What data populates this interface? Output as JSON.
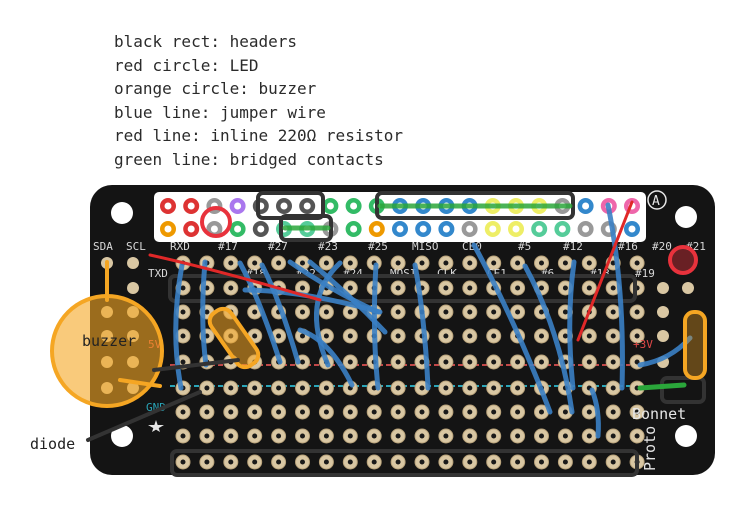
{
  "legend": {
    "headers": "black rect: headers",
    "led": "red circle: LED",
    "buzzer": "orange circle: buzzer",
    "jumper": "blue line: jumper wire",
    "resistor": "red line: inline 220Ω resistor",
    "bridged": "green line: bridged contacts"
  },
  "labels": {
    "buzzer": "buzzer",
    "diode": "diode"
  },
  "board": {
    "sda": "SDA",
    "scl": "SCL",
    "rxd": "RXD",
    "txd": "TXD",
    "p17": "#17",
    "p27": "#27",
    "p22": "#22",
    "p23": "#23",
    "p24": "#24",
    "p25": "#25",
    "p18": "#18",
    "miso": "MISO",
    "mosi": "MOSI",
    "clk": "CLK",
    "ce0": "CE0",
    "ce1": "CE1",
    "p5": "#5",
    "p6": "#6",
    "p12": "#12",
    "p13": "#13",
    "p16": "#16",
    "p19": "#19",
    "p20": "#20",
    "p21": "#21",
    "v3": "+3V",
    "v5": "5V",
    "gnd": "GND",
    "bonnet": "Bonnet",
    "proto": "Proto",
    "logo": "A"
  },
  "colors": {
    "board": "#141414",
    "header": "#333333",
    "led": "#e8323c",
    "buzzer": "#f5a623",
    "jumper": "#3a7fc4",
    "resistor": "#e02828",
    "bridged": "#2aa63a"
  }
}
